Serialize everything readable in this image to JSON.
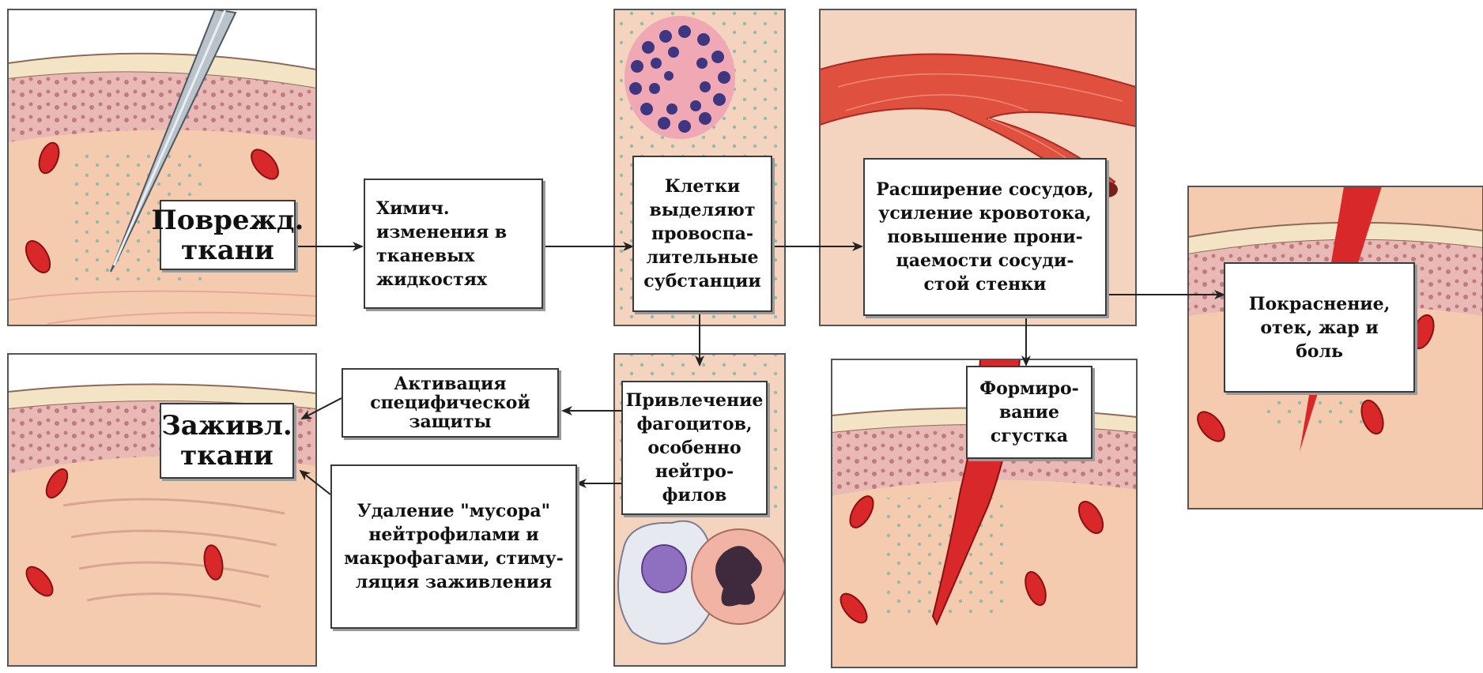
{
  "colors": {
    "skin_epidermis": "#e9b9b6",
    "skin_dermis": "#f5cbb0",
    "skin_surface": "#f3e4c6",
    "blood_red": "#d8282a",
    "vessel_red": "#e0503e",
    "line": "#333333"
  },
  "steps": {
    "injury": "Поврежд.\nткани",
    "chemical_changes": "Химич.\nизменения в\nтканевых\nжидкостях",
    "proinflammatory": "Клетки\nвыделяют\nпровоспа-\nлительные\nсубстанции",
    "vasodilation": "Расширение сосудов,\nусиление кровотока,\nповышение прони-\nцаемости сосуди-\nстой стенки",
    "symptoms": "Покраснение,\nотек, жар и\nболь",
    "clot": "Формиро-\nвание\nсгустка",
    "phagocytes": "Привлечение\nфагоцитов,\nособенно\nнейтро-\nфилов",
    "specific_defense": "Активация\nспецифической\nзащиты",
    "debris_removal": "Удаление \"мусора\"\nнейтрофилами и\nмакрофагами, стиму-\nляция заживления",
    "healed": "Заживл.\nткани"
  },
  "icons": {
    "needle": "needle-icon",
    "mast_cell": "mast-cell-icon",
    "blood_vessel": "blood-vessel-icon",
    "clot": "clot-icon",
    "phagocytes": "phagocyte-icon"
  }
}
